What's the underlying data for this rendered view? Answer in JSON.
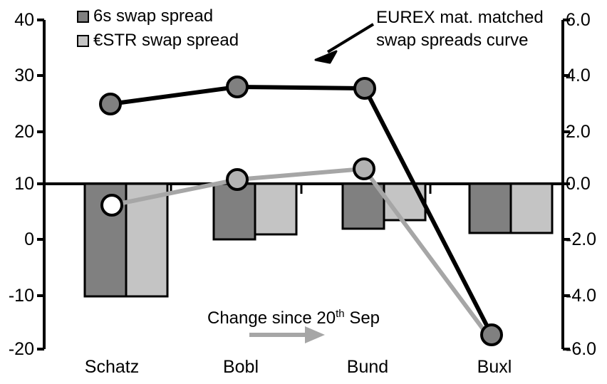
{
  "chart_data": {
    "type": "bar",
    "title": "",
    "categories": [
      "Schatz",
      "Bobl",
      "Bund",
      "Buxl"
    ],
    "series": [
      {
        "name": "6s swap spread",
        "type": "bar",
        "axis": "left",
        "color": "#808080",
        "values": [
          -10.3,
          0.0,
          1.9,
          1.1
        ]
      },
      {
        "name": "€STR swap spread",
        "type": "bar",
        "axis": "left",
        "color": "#c4c4c4",
        "values": [
          -10.3,
          0.9,
          3.4,
          1.1
        ]
      },
      {
        "name": "EUREX mat. matched swap spreads curve",
        "type": "line",
        "axis": "right",
        "color": "#000000",
        "values": [
          2.9,
          3.5,
          3.4,
          -5.6
        ]
      },
      {
        "name": "Change since 20th Sep",
        "type": "line",
        "axis": "right",
        "color": "#a6a6a6",
        "values": [
          -0.8,
          0.1,
          0.6,
          -6.0
        ]
      }
    ],
    "left_axis": {
      "ticks": [
        "40",
        "30",
        "20",
        "10",
        "0",
        "-10",
        "-20"
      ],
      "min": -20,
      "max": 40,
      "label": ""
    },
    "right_axis": {
      "ticks": [
        "6.0",
        "4.0",
        "2.0",
        "0.0",
        "-2.0",
        "-4.0",
        "-6.0"
      ],
      "min": -6.0,
      "max": 6.0,
      "label": ""
    },
    "xlabel": "",
    "grid": false,
    "legend_position": "top-left"
  },
  "legend": {
    "items": [
      {
        "label": "6s swap spread",
        "color": "#808080"
      },
      {
        "label": "€STR swap spread",
        "color": "#c4c4c4"
      }
    ]
  },
  "annotations": {
    "curve_note_line1": "EUREX mat. matched",
    "curve_note_line2": "swap spreads curve",
    "change_note_prefix": "Change since 20",
    "change_note_sup": "th",
    "change_note_suffix": " Sep"
  },
  "axes": {
    "left_ticks": [
      "40",
      "30",
      "20",
      "10",
      "0",
      "-10",
      "-20"
    ],
    "right_ticks": [
      "6.0",
      "4.0",
      "2.0",
      "0.0",
      "-2.0",
      "-4.0",
      "-6.0"
    ],
    "categories": [
      "Schatz",
      "Bobl",
      "Bund",
      "Buxl"
    ]
  }
}
